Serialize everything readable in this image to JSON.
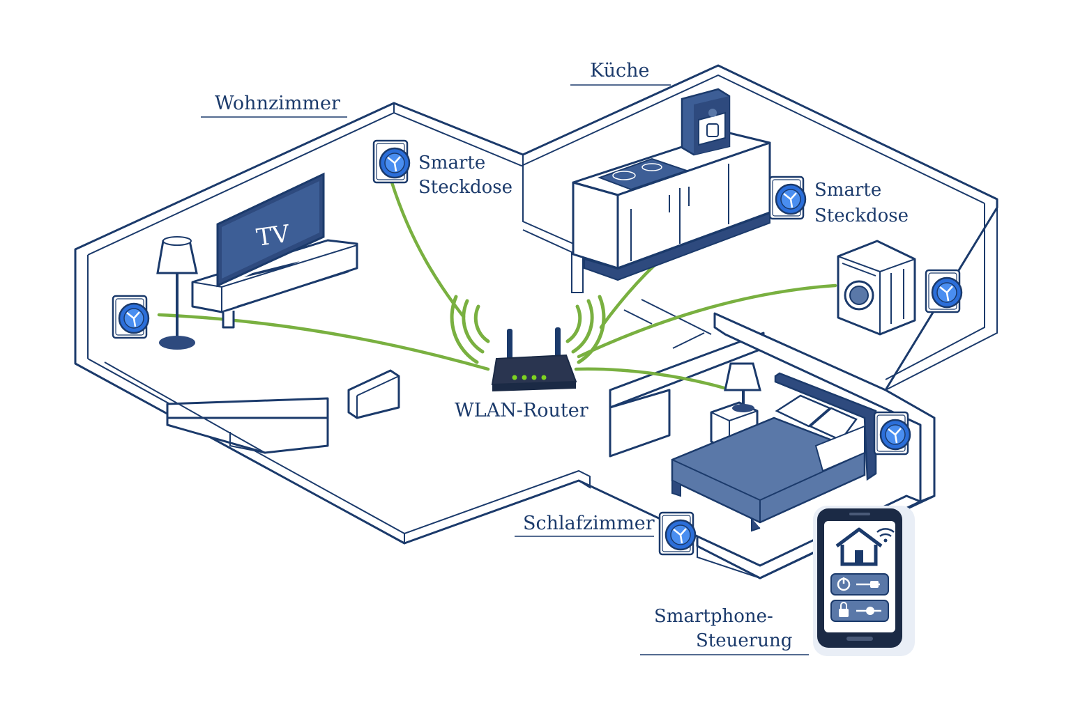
{
  "labels": {
    "wohnzimmer": "Wohnzimmer",
    "kueche": "Küche",
    "schlafzimmer": "Schlafzimmer",
    "steckdose_1_line1": "Smarte",
    "steckdose_1_line2": "Steckdose",
    "steckdose_2_line1": "Smarte",
    "steckdose_2_line2": "Steckdose",
    "router": "WLAN-Router",
    "smartphone_line1": "Smartphone-",
    "smartphone_line2": "Steuerung",
    "tv": "TV"
  },
  "icons": [
    "smart-plug-icon",
    "wifi-router-icon",
    "tv-icon",
    "lamp-icon",
    "coffee-machine-icon",
    "washing-machine-icon",
    "bed-icon",
    "smartphone-icon",
    "home-icon",
    "wifi-icon",
    "power-icon",
    "lock-icon"
  ],
  "colors": {
    "line": "#1b3a6b",
    "connection": "#79b040",
    "plug_blue": "#2b6ed9",
    "router_led": "#7ed321",
    "furniture_fill": "#5a78a8"
  }
}
